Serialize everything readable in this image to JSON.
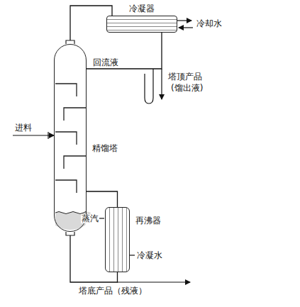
{
  "diagram": {
    "nodes": [
      {
        "text": [
          "精馏塔"
        ]
      },
      {
        "text": [
          "冷凝器"
        ]
      },
      {
        "text": [
          "再沸器"
        ]
      }
    ],
    "edges": [
      {
        "from": 0,
        "to": 1,
        "arrow": "none"
      },
      {
        "from": 1,
        "to": 0,
        "label": "回流液",
        "arrow": "none"
      },
      {
        "from": 0,
        "to": 2,
        "arrow": "none"
      },
      {
        "from": 2,
        "to": 0,
        "arrow": "none"
      }
    ],
    "labels": [
      "冷却水",
      "塔顶产品",
      "(馏出液)",
      "进料",
      "蒸汽",
      "冷凝水",
      "塔底产品（残液）"
    ]
  }
}
